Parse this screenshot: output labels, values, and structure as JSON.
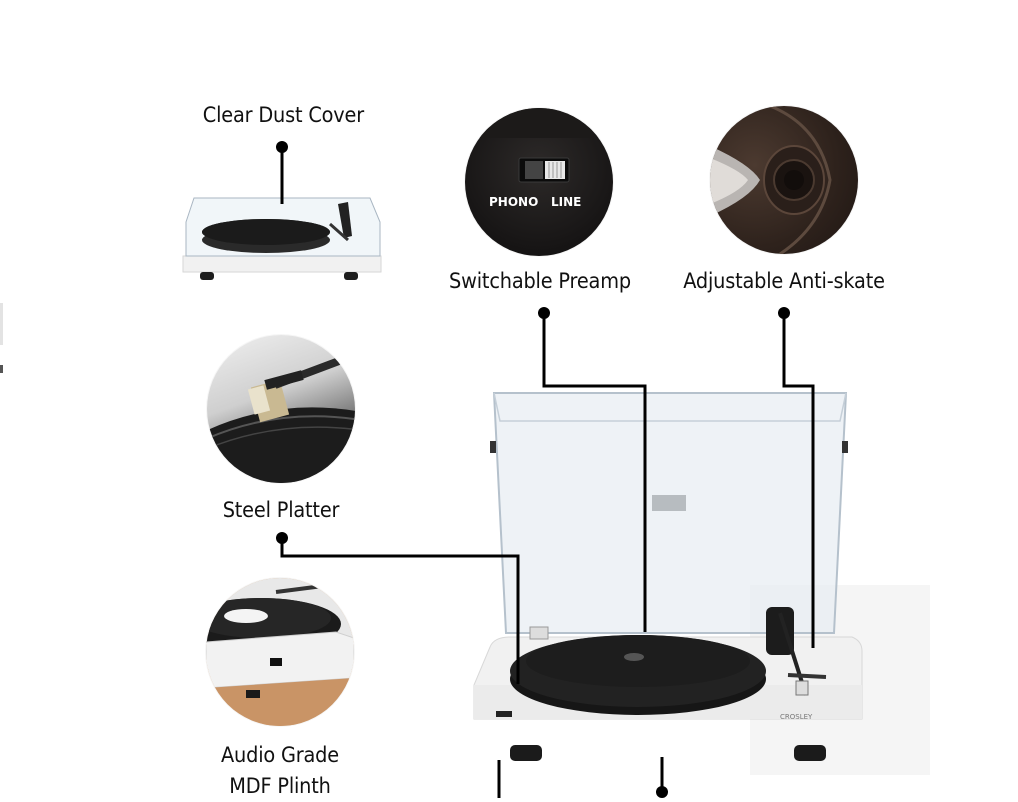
{
  "features": {
    "dust_cover": "Clear Dust Cover",
    "preamp": "Switchable Preamp",
    "anti_skate": "Adjustable Anti-skate",
    "platter": "Steel Platter",
    "plinth_line1": "Audio Grade",
    "plinth_line2": "MDF Plinth"
  },
  "preamp_switch": {
    "left": "PHONO",
    "right": "LINE"
  },
  "colors": {
    "plinth": "#f1f1f1",
    "platter": "#1c1c1c",
    "line": "#000000",
    "brown": "#3a2c24"
  }
}
